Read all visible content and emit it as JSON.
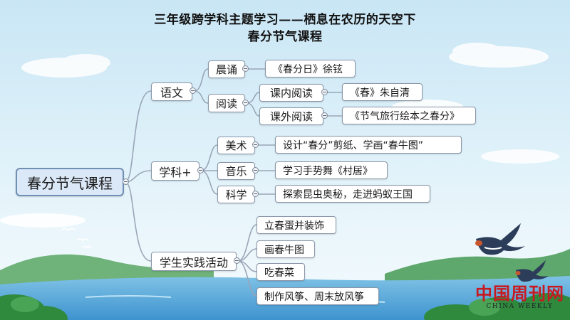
{
  "header": {
    "title_line1": "三年级跨学科主题学习——栖息在农历的天空下",
    "title_line2": "春分节气课程"
  },
  "mindmap": {
    "root": "春分节气课程",
    "branches": [
      {
        "label": "语文",
        "children": [
          {
            "label": "晨诵",
            "children": [
              "《春分日》徐铉"
            ]
          },
          {
            "label": "阅读",
            "children": [
              {
                "label": "课内阅读",
                "children": [
                  "《春》朱自清"
                ]
              },
              {
                "label": "课外阅读",
                "children": [
                  "《节气旅行绘本之春分》"
                ]
              }
            ]
          }
        ]
      },
      {
        "label": "学科+",
        "children": [
          {
            "label": "美术",
            "children": [
              "设计“春分”剪纸、学画“春牛图”"
            ]
          },
          {
            "label": "音乐",
            "children": [
              "学习手势舞《村居》"
            ]
          },
          {
            "label": "科学",
            "children": [
              "探索昆虫奥秘，走进蚂蚁王国"
            ]
          }
        ]
      },
      {
        "label": "学生实践活动",
        "children": [
          "立春蛋并装饰",
          "画春牛图",
          "吃春菜",
          "制作风筝、周末放风筝"
        ]
      }
    ]
  },
  "watermark": {
    "cn": "中国周刊网",
    "en": "CHINA WEEKLY"
  },
  "colors": {
    "sky_top": "#cfe9f6",
    "sky_bottom": "#eaf6fb",
    "connector": "#9aa6b8",
    "watermark": "#c8191f"
  }
}
